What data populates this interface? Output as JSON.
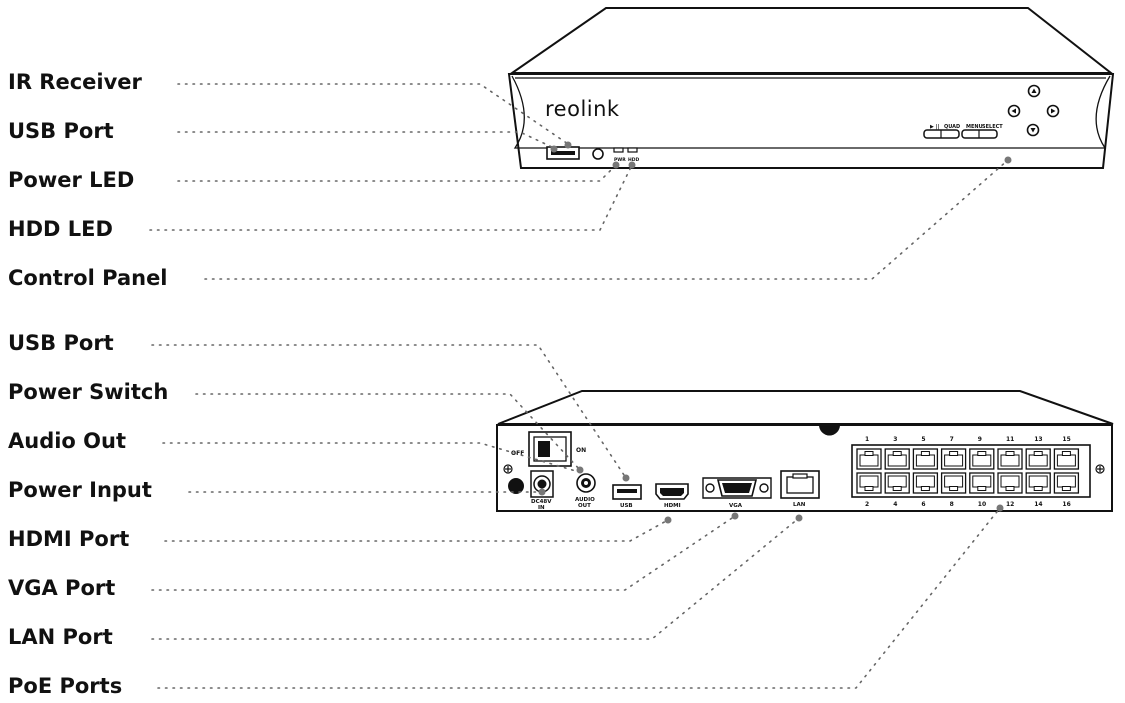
{
  "front": {
    "brand": "reolink",
    "callouts": [
      {
        "label": "IR Receiver"
      },
      {
        "label": "USB Port"
      },
      {
        "label": "Power LED"
      },
      {
        "label": "HDD LED"
      },
      {
        "label": "Control Panel"
      }
    ],
    "led_labels": [
      "PWR",
      "HDD"
    ],
    "button_labels": [
      "▶ ||",
      "QUAD",
      "MENU",
      "SELECT"
    ]
  },
  "rear": {
    "callouts": [
      {
        "label": "USB Port"
      },
      {
        "label": "Power Switch"
      },
      {
        "label": "Audio Out"
      },
      {
        "label": "Power Input"
      },
      {
        "label": "HDMI Port"
      },
      {
        "label": "VGA Port"
      },
      {
        "label": "LAN Port"
      },
      {
        "label": "PoE Ports"
      }
    ],
    "switch_off": "OFF",
    "switch_on": "ON",
    "power_input_label": [
      "DC48V",
      "IN"
    ],
    "audio_label": [
      "AUDIO",
      "OUT"
    ],
    "usb_label": "USB",
    "hdmi_label": "HDMI",
    "vga_label": "VGA",
    "lan_label": "LAN",
    "poe_top_numbers": [
      "1",
      "3",
      "5",
      "7",
      "9",
      "11",
      "13",
      "15"
    ],
    "poe_bottom_numbers": [
      "2",
      "4",
      "6",
      "8",
      "10",
      "12",
      "14",
      "16"
    ]
  }
}
